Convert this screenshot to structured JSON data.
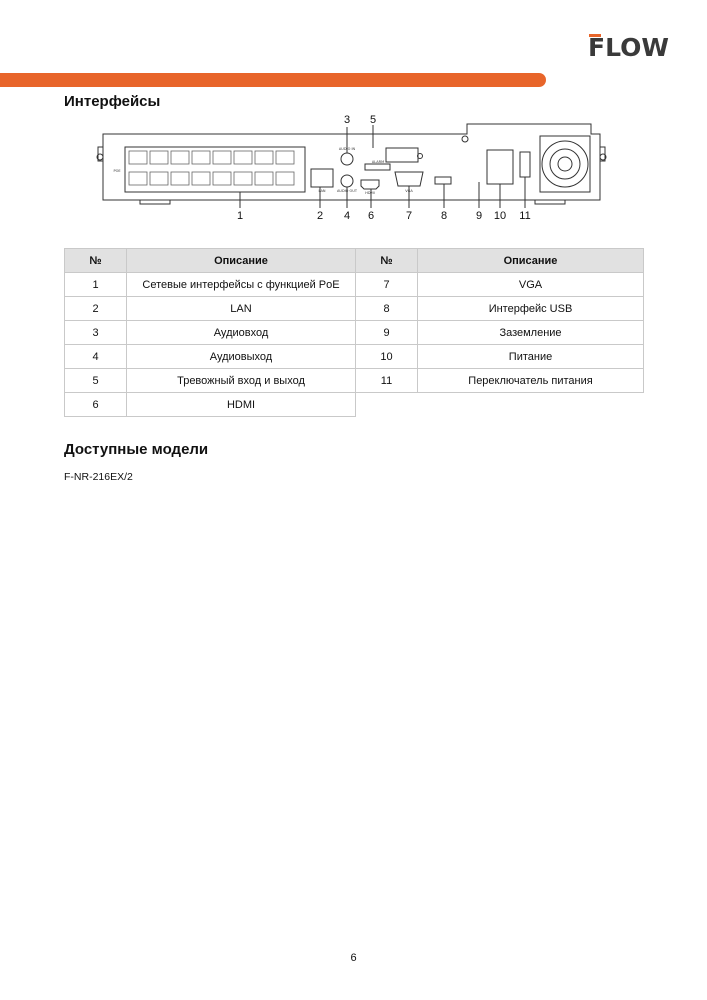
{
  "brand": {
    "logo_text": "FLOW",
    "accent_color": "#e8652a",
    "text_color": "#3a3a3a"
  },
  "sections": {
    "interfaces_title": "Интерфейсы",
    "models_title": "Доступные модели"
  },
  "device": {
    "callouts": [
      "1",
      "2",
      "3",
      "4",
      "5",
      "6",
      "7",
      "8",
      "9",
      "10",
      "11"
    ],
    "panel_labels": {
      "poe": "POE",
      "lan": "LAN",
      "audio_in": "AUDIO IN",
      "audio_out": "AUDIO OUT",
      "hdmi": "HDMI",
      "vga": "VGA",
      "alarm": "ALARM"
    }
  },
  "table": {
    "headers": [
      "№",
      "Описание",
      "№",
      "Описание"
    ],
    "rows": [
      [
        "1",
        "Сетевые интерфейсы с функцией PoE",
        "7",
        "VGA"
      ],
      [
        "2",
        "LAN",
        "8",
        "Интерфейс USB"
      ],
      [
        "3",
        "Аудиовход",
        "9",
        "Заземление"
      ],
      [
        "4",
        "Аудиовыход",
        "10",
        "Питание"
      ],
      [
        "5",
        "Тревожный вход и выход",
        "11",
        "Переключатель питания"
      ],
      [
        "6",
        "HDMI",
        "",
        ""
      ]
    ]
  },
  "models": [
    "F-NR-216EX/2"
  ],
  "page_number": "6"
}
